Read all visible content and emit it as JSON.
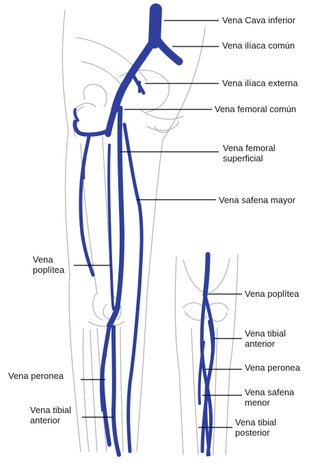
{
  "colors": {
    "vein": "#2e3f9e",
    "outline": "#b5b5b5",
    "leader": "#000000",
    "background": "#ffffff"
  },
  "labels": {
    "vena_cava_inferior": "Vena Cava inferior",
    "vena_iliaca_comun": "Vena ilíaca común",
    "vena_iliaca_externa": "Vena ilíaca externa",
    "vena_femoral_comun": "Vena femoral común",
    "vena_femoral_superficial": "Vena femoral\nsuperficial",
    "vena_safena_mayor": "Vena safena mayor",
    "vena_poplitea_left": "Vena\npoplítea",
    "vena_peronea_left": "Vena peronea",
    "vena_tibial_anterior_left": "Vena tibial\nanterior",
    "vena_poplitea_right": "Vena poplítea",
    "vena_tibial_anterior_right": "Vena tibial\nanterior",
    "vena_peronea_right": "Vena peronea",
    "vena_safena_menor": "Vena safena\nmenor",
    "vena_tibial_posterior": "Vena tibial\nposterior"
  }
}
